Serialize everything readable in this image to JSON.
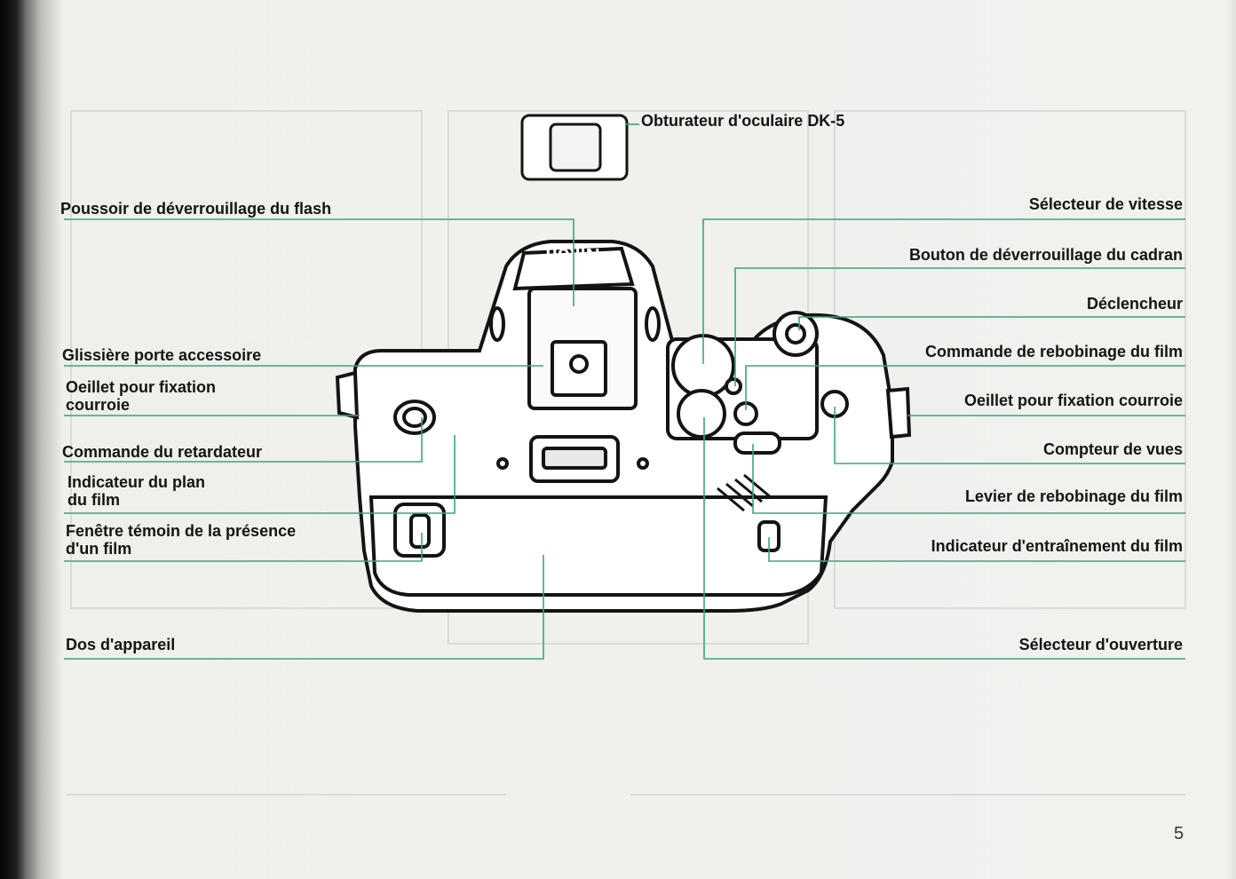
{
  "labels_left": {
    "flash_release": "Poussoir de déverrouillage du flash",
    "accessory_shoe": "Glissière porte accessoire",
    "strap_eyelet_line1": "Oeillet pour fixation",
    "strap_eyelet_line2": "courroie",
    "self_timer": "Commande du retardateur",
    "film_plane_line1": "Indicateur du plan",
    "film_plane_line2": "du film",
    "film_window_line1": "Fenêtre témoin de la présence",
    "film_window_line2": "d'un film",
    "camera_back": "Dos d'appareil"
  },
  "labels_top": {
    "eyepiece_cap": "Obturateur d'oculaire DK-5"
  },
  "labels_right": {
    "shutter_speed": "Sélecteur de vitesse",
    "dial_lock": "Bouton de déverrouillage du cadran",
    "shutter_release": "Déclencheur",
    "rewind_button": "Commande de rebobinage du film",
    "strap_eyelet": "Oeillet pour fixation courroie",
    "frame_counter": "Compteur de vues",
    "rewind_lever": "Levier de rebobinage du film",
    "film_advance": "Indicateur d'entraînement du film",
    "aperture_selector": "Sélecteur d'ouverture"
  },
  "brand": "Nikon",
  "page_number": "5",
  "colors": {
    "leader_line": "#3aa67a",
    "ink": "#141414",
    "paper": "#f0f0ed"
  }
}
